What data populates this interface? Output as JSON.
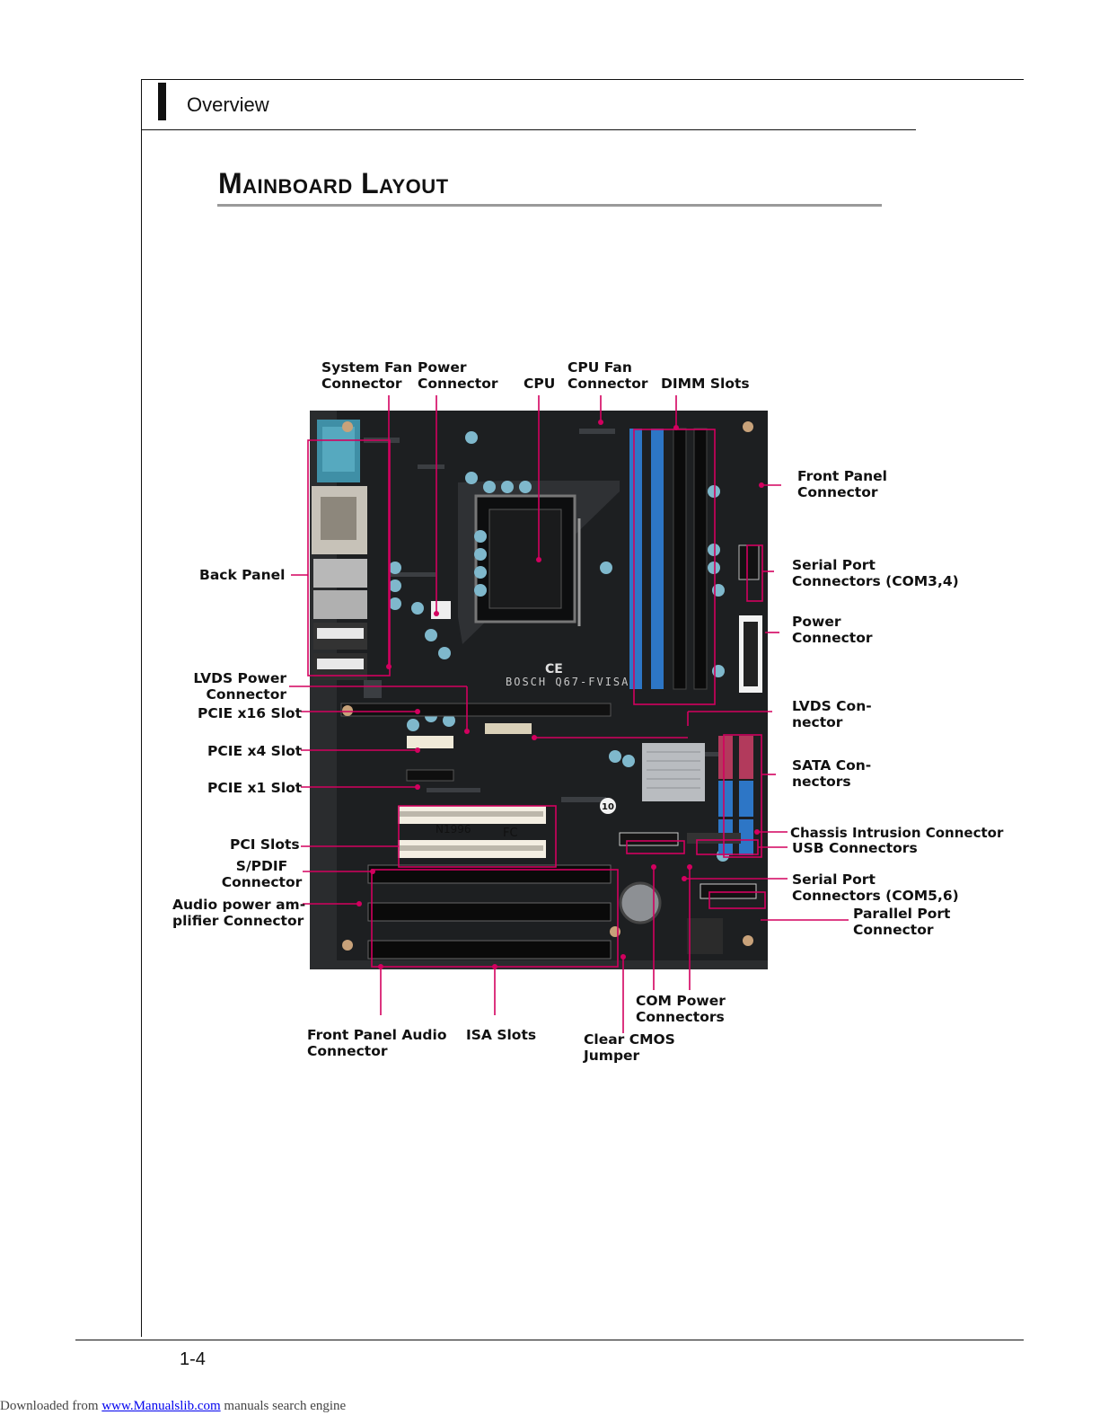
{
  "header": {
    "section": "Overview"
  },
  "title": "Mainboard Layout",
  "board_text": {
    "model": "BOSCH Q67-FVISA",
    "brand": "N1996",
    "cert": "CE",
    "cert2": "FC",
    "bios": "10"
  },
  "labels": {
    "system_fan": [
      "System Fan",
      "Connector"
    ],
    "power_top": [
      "Power",
      "Connector"
    ],
    "cpu": "CPU",
    "cpu_fan": [
      "CPU Fan",
      "Connector"
    ],
    "dimm": "DIMM Slots",
    "front_panel": [
      "Front Panel",
      "Connector"
    ],
    "serial_34": [
      "Serial Port",
      "Connectors (COM3,4)"
    ],
    "power_right": [
      "Power",
      "Connector"
    ],
    "lvds_conn": [
      "LVDS  Con-",
      "nector"
    ],
    "sata": [
      "SATA Con-",
      "nectors"
    ],
    "chassis": "Chassis  Intrusion Connector",
    "usb": "USB Connectors",
    "serial_56": [
      "Serial Port",
      "Connectors (COM5,6)"
    ],
    "parallel": [
      "Parallel Port",
      "Connector"
    ],
    "back_panel": "Back Panel",
    "lvds_power": [
      "LVDS Power",
      "Connector"
    ],
    "pcie16": "PCIE x16 Slot",
    "pcie4": "PCIE x4 Slot",
    "pcie1": "PCIE x1 Slot",
    "pci": "PCI Slots",
    "spdif": [
      "S/PDIF",
      "Connector"
    ],
    "audio_amp": [
      "Audio power am-",
      "plifier Connector"
    ],
    "front_audio": [
      "Front Panel Audio",
      "Connector"
    ],
    "isa": "ISA Slots",
    "clear_cmos": [
      "Clear CMOS",
      "Jumper"
    ],
    "com_power": [
      "COM  Power",
      "Connectors"
    ]
  },
  "footer": {
    "page": "1-4",
    "download_prefix": "Downloaded from ",
    "download_link": "www.Manualslib.com",
    "download_suffix": " manuals search engine"
  }
}
